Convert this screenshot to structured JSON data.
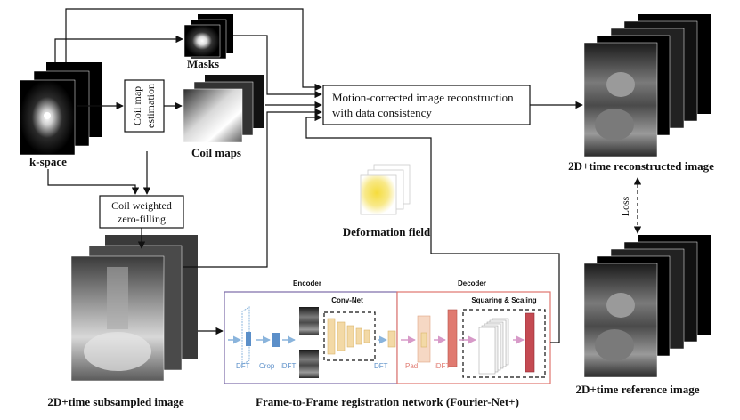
{
  "labels": {
    "masks": "Masks",
    "kspace": "k-space",
    "coil_map_estimation_1": "Coil map",
    "coil_map_estimation_2": "estimation",
    "coil_maps": "Coil maps",
    "recon_box_1": "Motion-corrected image reconstruction",
    "recon_box_2": "with data consistency",
    "coil_zf_1": "Coil weighted",
    "coil_zf_2": "zero-filling",
    "deformation_field": "Deformation field",
    "recon_image": "2D+time reconstructed image",
    "loss": "Loss",
    "reference_image": "2D+time reference image",
    "subsampled_image": "2D+time subsampled image",
    "network_title": "Frame-to-Frame registration network (Fourier-Net+)"
  },
  "network": {
    "encoder": "Encoder",
    "decoder": "Decoder",
    "convnet": "Conv-Net",
    "squaring_scaling": "Squaring & Scaling",
    "dft_1": "DFT",
    "crop": "Crop",
    "idft_1": "iDFT",
    "dft_2": "DFT",
    "pad": "Pad",
    "idft_2": "iDFT"
  },
  "colors": {
    "encoder_border": "#7b6aa8",
    "decoder_border": "#e0766e",
    "encoder_arrow": "#8ab4dc",
    "decoder_arrow": "#d79ac8",
    "encoder_text": "#5b8fc9",
    "decoder_text": "#e07a70",
    "convnet_block": "#f3d9a6",
    "deformation_yellow": "#f5dc3c"
  }
}
